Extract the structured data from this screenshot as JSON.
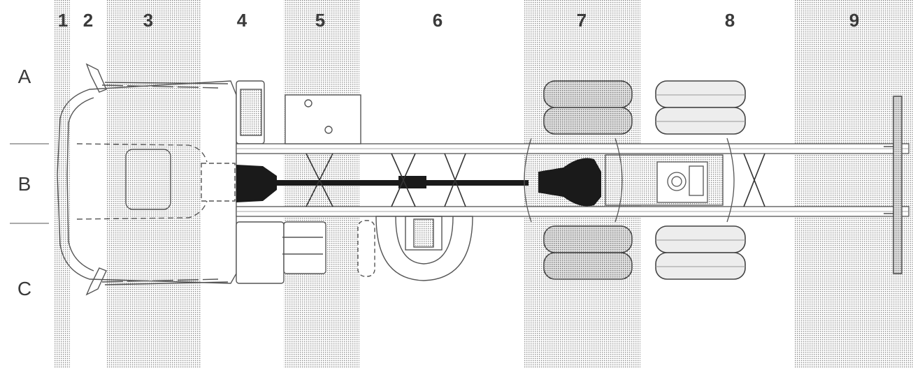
{
  "columns": [
    {
      "id": "1",
      "label": "1"
    },
    {
      "id": "2",
      "label": "2"
    },
    {
      "id": "3",
      "label": "3"
    },
    {
      "id": "4",
      "label": "4"
    },
    {
      "id": "5",
      "label": "5"
    },
    {
      "id": "6",
      "label": "6"
    },
    {
      "id": "7",
      "label": "7"
    },
    {
      "id": "8",
      "label": "8"
    },
    {
      "id": "9",
      "label": "9"
    }
  ],
  "rows": [
    {
      "id": "A",
      "label": "A"
    },
    {
      "id": "B",
      "label": "B"
    },
    {
      "id": "C",
      "label": "C"
    }
  ],
  "colors": {
    "shade_dot": "#9a9a9a",
    "line": "#555555",
    "dark": "#1a1a1a",
    "text": "#3a3a3a"
  }
}
